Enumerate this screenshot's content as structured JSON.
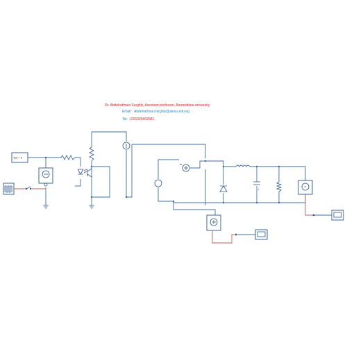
{
  "header": {
    "author": "Dr. Abdelrahman Farghly, Assistant professor, Alexandaria university",
    "email_label": "Email:",
    "email": "Abdelrahman.farghly@alexu.edu.eg",
    "tel_label": "Tel:",
    "tel": "+201025402581"
  },
  "blocks": {
    "constant_label": "f(x) = 0"
  },
  "colors": {
    "wire": "#3a6fb0",
    "wire_signal": "#c0605a",
    "author_text": "#e02020",
    "contact_text": "#1e8ad6"
  }
}
